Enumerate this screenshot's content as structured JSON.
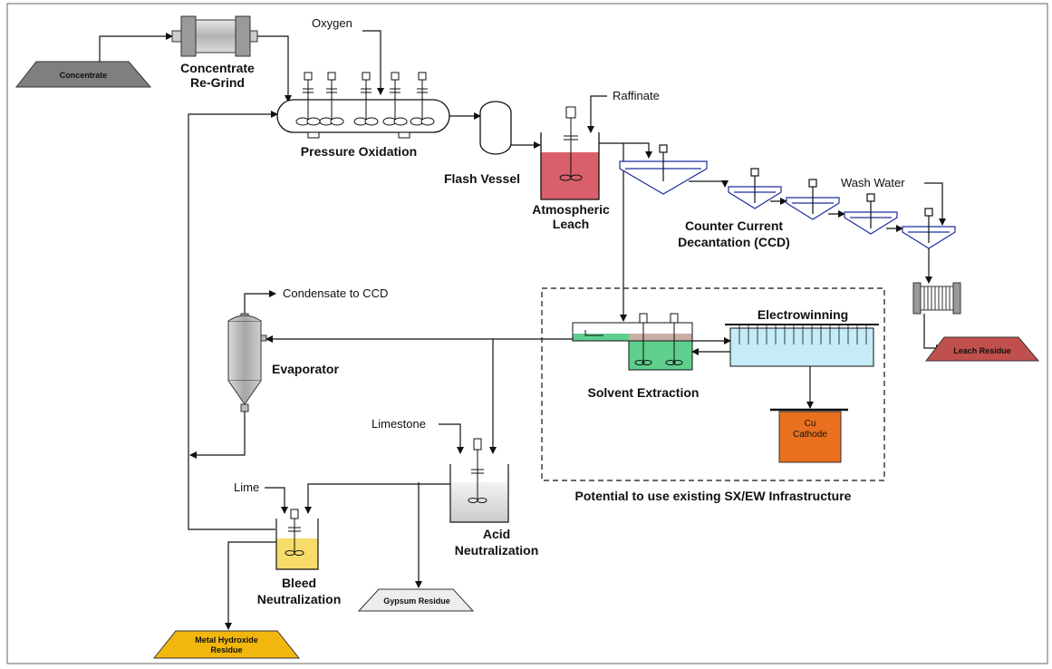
{
  "labels": {
    "concentrate": "Concentrate",
    "regrind_line1": "Concentrate",
    "regrind_line2": "Re-Grind",
    "oxygen": "Oxygen",
    "pox": "Pressure Oxidation",
    "flash": "Flash Vessel",
    "raffinate": "Raffinate",
    "atm_line1": "Atmospheric",
    "atm_line2": "Leach",
    "wash_water": "Wash Water",
    "ccd_line1": "Counter Current",
    "ccd_line2": "Decantation (CCD)",
    "condensate": "Condensate to CCD",
    "evaporator": "Evaporator",
    "electrowinning": "Electrowinning",
    "sx": "Solvent Extraction",
    "cu_line1": "Cu",
    "cu_line2": "Cathode",
    "leach_residue": "Leach Residue",
    "limestone": "Limestone",
    "acid_line1": "Acid",
    "acid_line2": "Neutralization",
    "potential": "Potential to use existing SX/EW Infrastructure",
    "lime": "Lime",
    "bleed_line1": "Bleed",
    "bleed_line2": "Neutralization",
    "gypsum": "Gypsum Residue",
    "metal_line1": "Metal Hydroxide",
    "metal_line2": "Residue"
  },
  "colors": {
    "leach": "#d9606a",
    "sx": "#5fcf8e",
    "ew": "#c5ecf7",
    "cathode": "#e8701f",
    "bleed": "#f8dc6a",
    "metal_pile": "#f2b70f",
    "leach_pile": "#c0504d",
    "gray_pile": "#7f7f7f",
    "gypsum_pile": "#ededed"
  }
}
